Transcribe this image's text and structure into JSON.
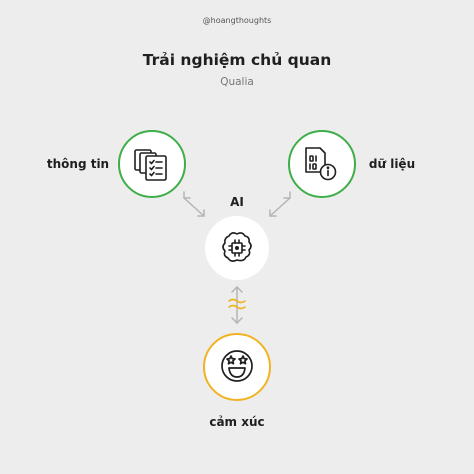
{
  "header": {
    "handle": "@hoangthoughts",
    "title": "Trải nghiệm chủ quan",
    "subtitle": "Qualia"
  },
  "nodes": {
    "info": {
      "label": "thông tin",
      "icon": "document-checklist-icon"
    },
    "data": {
      "label": "dữ liệu",
      "icon": "file-info-icon"
    },
    "ai": {
      "label": "AI",
      "icon": "brain-chip-icon"
    },
    "emotion": {
      "label": "cảm xúc",
      "icon": "starry-eyed-face-icon"
    }
  },
  "colors": {
    "background": "#ededed",
    "green": "#3fae49",
    "yellow": "#f0b323",
    "arrow": "#b5b5b5",
    "ink": "#1f1f1f"
  }
}
